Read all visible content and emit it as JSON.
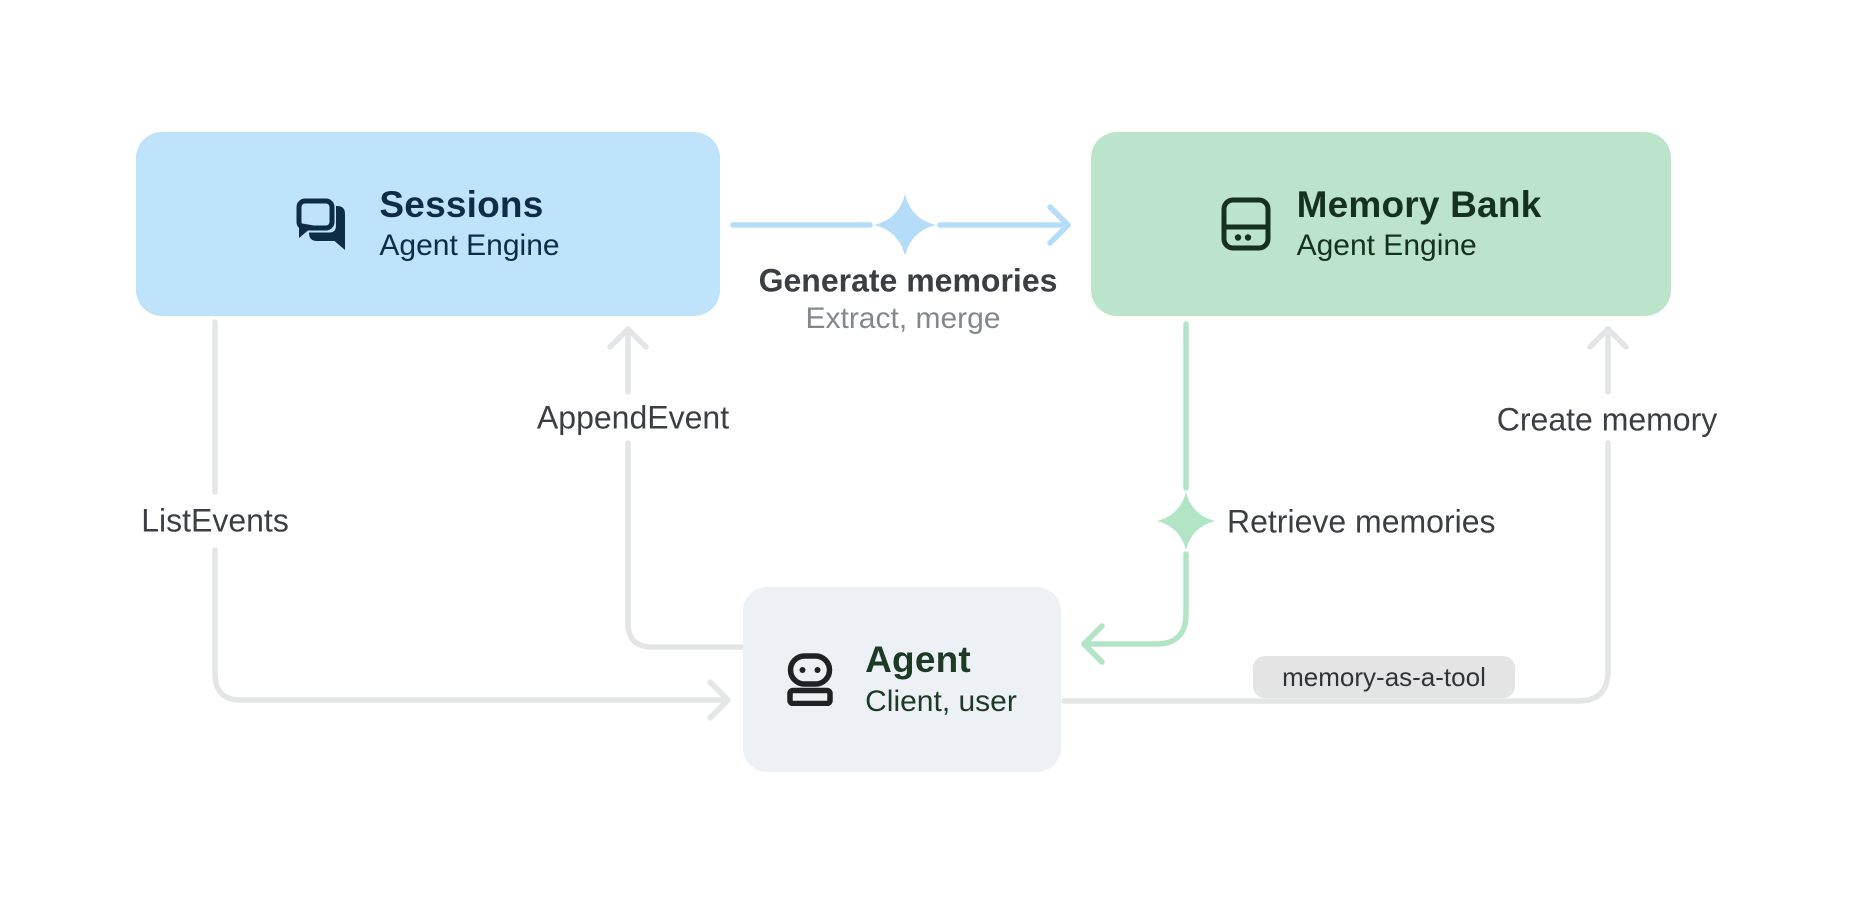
{
  "nodes": {
    "sessions": {
      "title": "Sessions",
      "subtitle": "Agent Engine",
      "icon": "chat-forum-icon"
    },
    "memory_bank": {
      "title": "Memory Bank",
      "subtitle": "Agent Engine",
      "icon": "storage-drive-icon"
    },
    "agent": {
      "title": "Agent",
      "subtitle": "Client, user",
      "icon": "robot-icon"
    }
  },
  "edges": {
    "generate_memories": {
      "label": "Generate memories",
      "sublabel": "Extract, merge"
    },
    "append_event": {
      "label": "AppendEvent"
    },
    "list_events": {
      "label": "ListEvents"
    },
    "retrieve_memories": {
      "label": "Retrieve memories"
    },
    "create_memory": {
      "label": "Create memory",
      "badge": "memory-as-a-tool"
    }
  },
  "colors": {
    "sessions_fill": "#BEE3FA",
    "sessions_text": "#0E2C45",
    "memory_fill": "#BCE4CA",
    "memory_text": "#15321F",
    "agent_fill": "#EDF1F6",
    "agent_text": "#1C3A26",
    "agent_icon": "#1F2124",
    "blue_line": "#B5DDFA",
    "green_line": "#B2E5C5",
    "gray_line": "#E4E5E6",
    "badge_fill": "#E4E4E4",
    "badge_text": "#313437",
    "label_text": "#3B3E42",
    "sublabel_text": "#84888C",
    "background": "#FFFFFF"
  }
}
